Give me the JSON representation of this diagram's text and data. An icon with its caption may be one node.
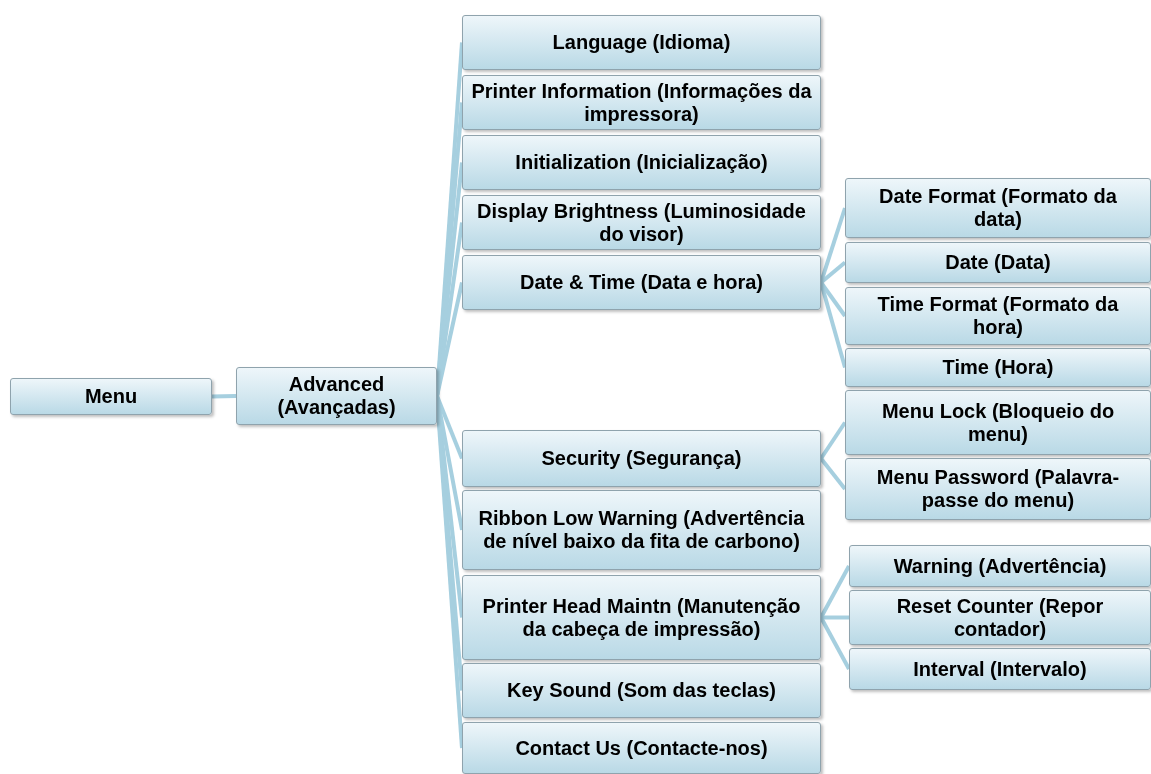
{
  "diagram": {
    "nodes": [
      {
        "text": [
          "Menu"
        ]
      },
      {
        "text": [
          "Advanced (Avançadas)"
        ]
      },
      {
        "text": [
          "Language (Idioma)"
        ]
      },
      {
        "text": [
          "Printer Information (Informações da impressora)"
        ]
      },
      {
        "text": [
          "Initialization (Inicialização)"
        ]
      },
      {
        "text": [
          "Display Brightness (Luminosidade do visor)"
        ]
      },
      {
        "text": [
          "Date & Time (Data e hora)"
        ]
      },
      {
        "text": [
          "Security (Segurança)"
        ]
      },
      {
        "text": [
          "Ribbon Low Warning (Advertência de nível baixo da fita de carbono)"
        ]
      },
      {
        "text": [
          "Printer Head Maintn (Manutenção da cabeça de impressão)"
        ]
      },
      {
        "text": [
          "Key Sound (Som das teclas)"
        ]
      },
      {
        "text": [
          "Contact Us (Contacte-nos)"
        ]
      },
      {
        "text": [
          "Date Format (Formato da data)"
        ]
      },
      {
        "text": [
          "Date (Data)"
        ]
      },
      {
        "text": [
          "Time Format (Formato da hora)"
        ]
      },
      {
        "text": [
          "Time (Hora)"
        ]
      },
      {
        "text": [
          "Menu Lock (Bloqueio do menu)"
        ]
      },
      {
        "text": [
          "Menu Password (Palavra-passe do menu)"
        ]
      },
      {
        "text": [
          "Warning (Advertência)"
        ]
      },
      {
        "text": [
          "Reset Counter (Repor contador)"
        ]
      },
      {
        "text": [
          "Interval (Intervalo)"
        ]
      }
    ],
    "edges": [
      {
        "from": 0,
        "to": 1,
        "arrow": "none"
      },
      {
        "from": 1,
        "to": 2,
        "arrow": "none"
      },
      {
        "from": 1,
        "to": 3,
        "arrow": "none"
      },
      {
        "from": 1,
        "to": 4,
        "arrow": "none"
      },
      {
        "from": 1,
        "to": 5,
        "arrow": "none"
      },
      {
        "from": 1,
        "to": 6,
        "arrow": "none"
      },
      {
        "from": 1,
        "to": 7,
        "arrow": "none"
      },
      {
        "from": 1,
        "to": 8,
        "arrow": "none"
      },
      {
        "from": 1,
        "to": 9,
        "arrow": "none"
      },
      {
        "from": 1,
        "to": 10,
        "arrow": "none"
      },
      {
        "from": 1,
        "to": 11,
        "arrow": "none"
      },
      {
        "from": 6,
        "to": 12,
        "arrow": "none"
      },
      {
        "from": 6,
        "to": 13,
        "arrow": "none"
      },
      {
        "from": 6,
        "to": 14,
        "arrow": "none"
      },
      {
        "from": 6,
        "to": 15,
        "arrow": "none"
      },
      {
        "from": 7,
        "to": 16,
        "arrow": "none"
      },
      {
        "from": 7,
        "to": 17,
        "arrow": "none"
      },
      {
        "from": 9,
        "to": 18,
        "arrow": "none"
      },
      {
        "from": 9,
        "to": 19,
        "arrow": "none"
      },
      {
        "from": 9,
        "to": 20,
        "arrow": "none"
      }
    ]
  }
}
